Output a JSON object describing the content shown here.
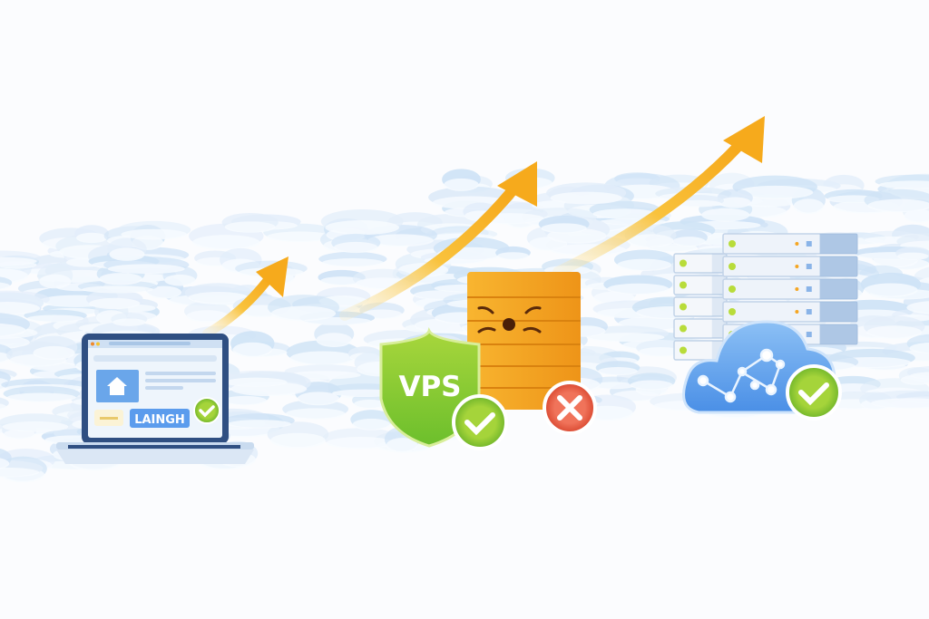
{
  "laptop": {
    "button_label": "LAINGH",
    "status_icon": "check-circle-icon"
  },
  "vps": {
    "shield_label": "VPS",
    "status_icon": "check-circle-icon"
  },
  "shared_server": {
    "expression": "frustrated-face",
    "status_icon": "x-circle-icon"
  },
  "cloud_servers": {
    "status_icon": "check-circle-icon"
  },
  "colors": {
    "arrow": "#f7b21c",
    "check_green": "#8cc63f",
    "error_red": "#e85a45",
    "server_orange": "#f5a623",
    "cloud_blue": "#5a9bea",
    "laptop_bezel": "#2f4f82",
    "background_clouds": "#cfe3f6"
  }
}
